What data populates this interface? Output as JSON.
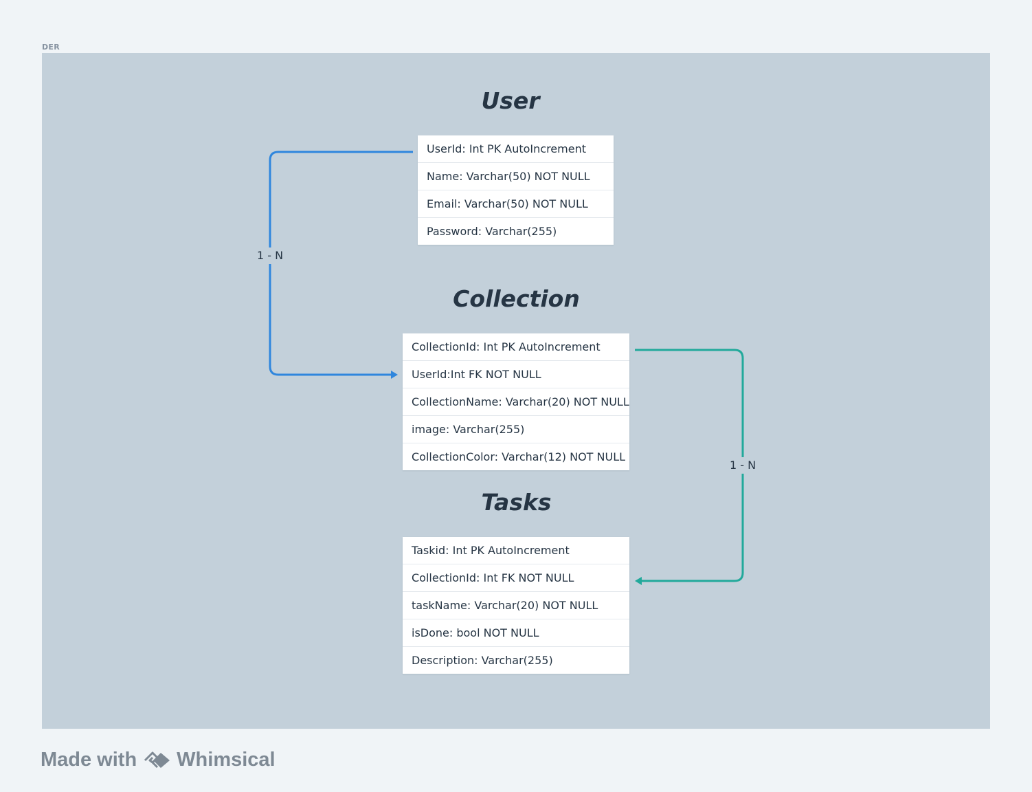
{
  "frame": {
    "label": "DER"
  },
  "entities": {
    "user": {
      "title": "User",
      "fields": [
        "UserId: Int PK AutoIncrement",
        "Name: Varchar(50) NOT NULL",
        "Email: Varchar(50) NOT NULL",
        "Password: Varchar(255)"
      ]
    },
    "collection": {
      "title": "Collection",
      "fields": [
        "CollectionId: Int PK AutoIncrement",
        "UserId:Int FK NOT NULL",
        "CollectionName: Varchar(20) NOT NULL",
        "image: Varchar(255)",
        "CollectionColor: Varchar(12) NOT NULL"
      ]
    },
    "tasks": {
      "title": "Tasks",
      "fields": [
        "Taskid: Int PK AutoIncrement",
        "CollectionId: Int FK NOT NULL",
        "taskName: Varchar(20) NOT NULL",
        "isDone: bool NOT NULL",
        "Description: Varchar(255)"
      ]
    }
  },
  "relations": [
    {
      "label": "1 -  N",
      "from": "User.UserId",
      "to": "Collection.UserId",
      "color": "#2f86dd"
    },
    {
      "label": "1 - N",
      "from": "Collection.CollectionId",
      "to": "Tasks.CollectionId",
      "color": "#22a99b"
    }
  ],
  "footer": {
    "made_with": "Made with",
    "brand": "Whimsical",
    "logo_icon": "whimsical-logo-icon"
  }
}
